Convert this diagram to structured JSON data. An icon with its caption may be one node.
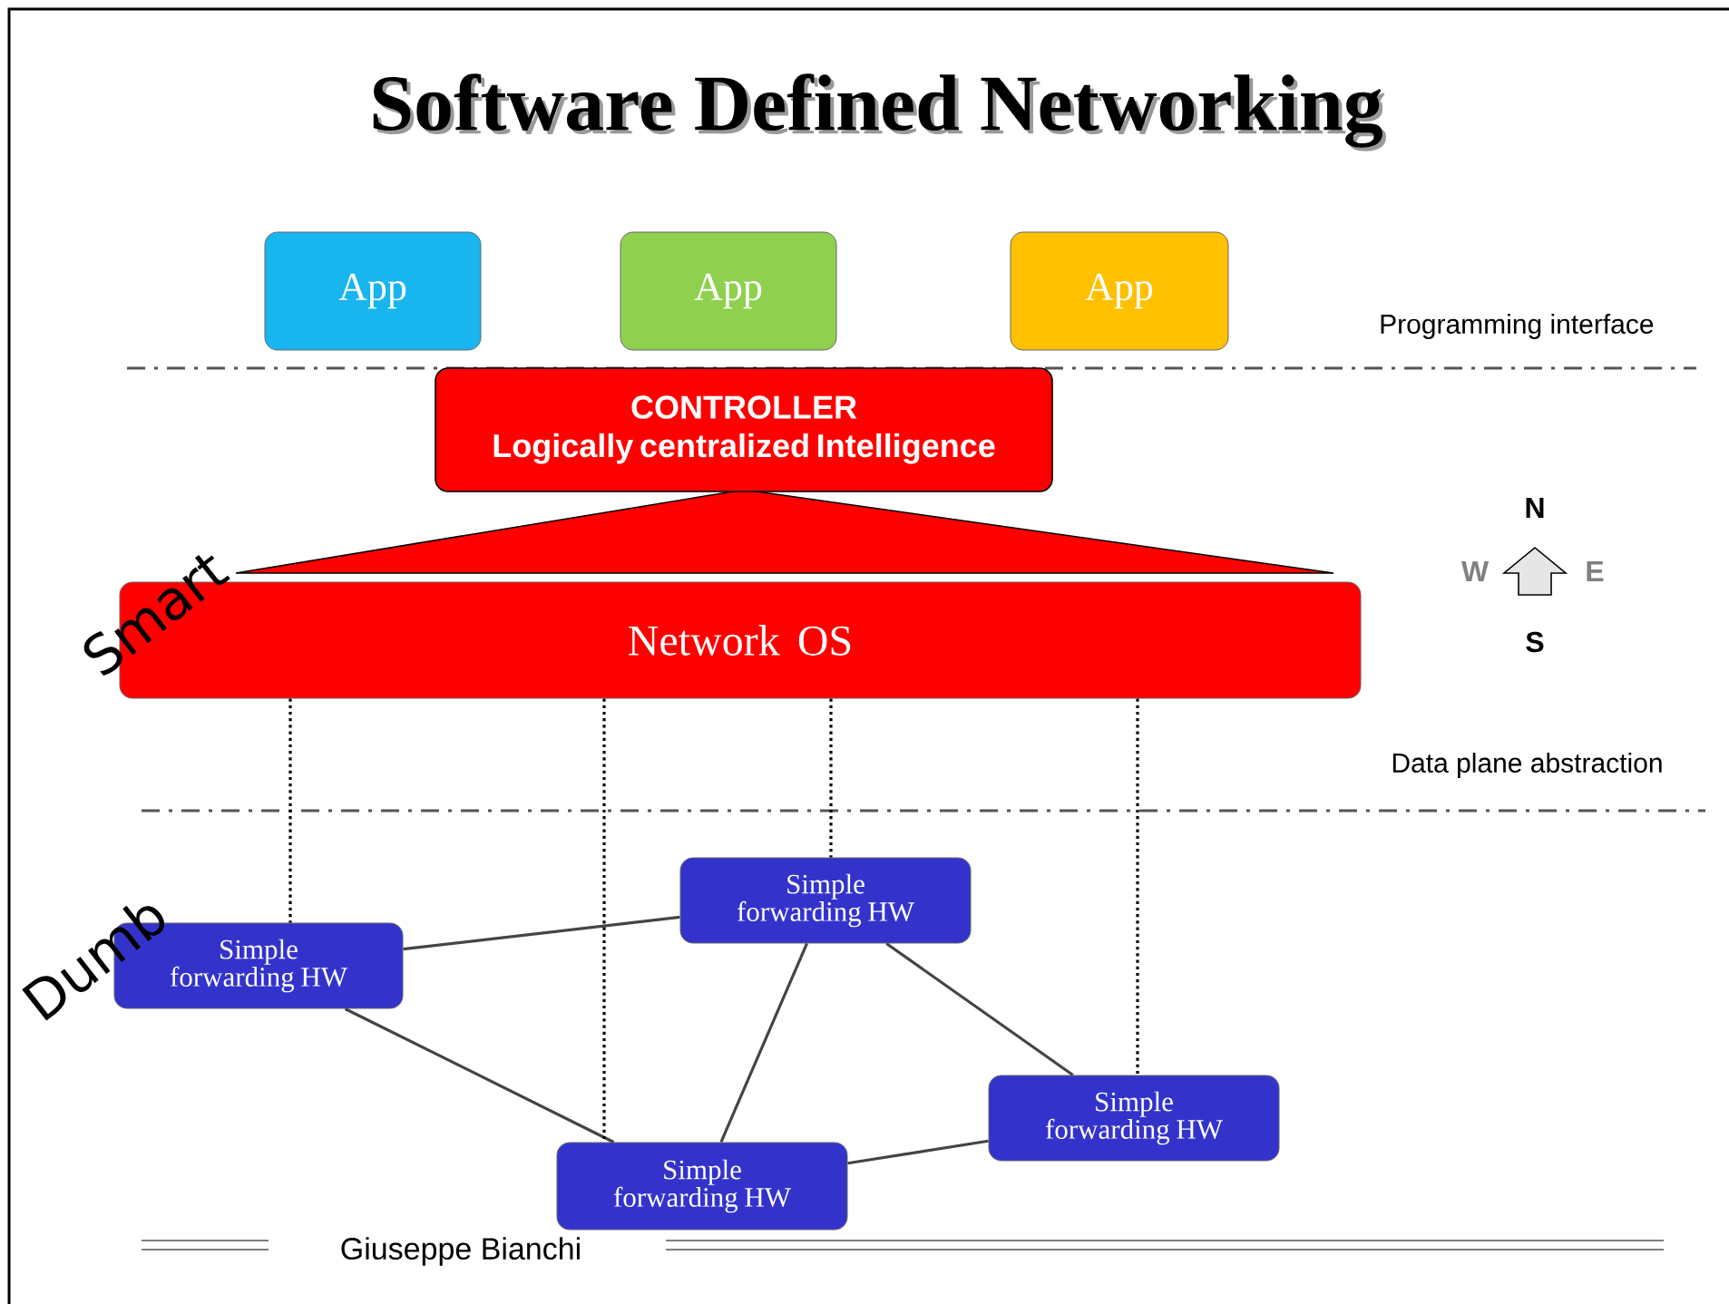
{
  "diagram": {
    "title": "Software Defined Networking",
    "nodes": [
      {
        "text": [
          "App"
        ]
      },
      {
        "text": [
          "App"
        ]
      },
      {
        "text": [
          "App"
        ]
      },
      {
        "text": [
          "CONTROLLER",
          "Logically centralized Intelligence"
        ]
      },
      {
        "text": [
          "Network OS"
        ]
      },
      {
        "text": [
          "Simple forwarding HW"
        ]
      },
      {
        "text": [
          "Simple forwarding HW"
        ]
      },
      {
        "text": [
          "Simple forwarding HW"
        ]
      },
      {
        "text": [
          "Simple forwarding HW"
        ]
      }
    ],
    "edges": [
      {
        "from": 5,
        "to": 6,
        "arrow": "none"
      },
      {
        "from": 5,
        "to": 7,
        "arrow": "none"
      },
      {
        "from": 6,
        "to": 7,
        "arrow": "none"
      },
      {
        "from": 6,
        "to": 8,
        "arrow": "none"
      },
      {
        "from": 7,
        "to": 8,
        "arrow": "none"
      },
      {
        "from": 4,
        "to": 5,
        "arrow": "none",
        "style": "dashed",
        "color": "#000000"
      },
      {
        "from": 4,
        "to": 7,
        "arrow": "none",
        "style": "dashed",
        "color": "#000000"
      },
      {
        "from": 4,
        "to": 6,
        "arrow": "none",
        "style": "dashed",
        "color": "#000000"
      },
      {
        "from": 4,
        "to": 8,
        "arrow": "none",
        "style": "dashed",
        "color": "#000000"
      }
    ],
    "labels": [
      "Programming interface",
      "N",
      "W",
      "E",
      "S",
      "Smart",
      "Data plane abstraction",
      "Dumb",
      "Giuseppe Bianchi"
    ]
  }
}
